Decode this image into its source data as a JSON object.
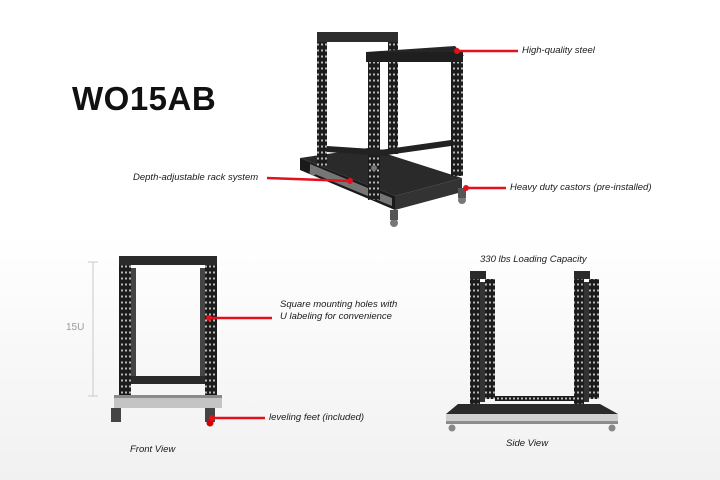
{
  "title": "WO15AB",
  "callouts": {
    "steel": "High-quality steel",
    "depth": "Depth-adjustable rack system",
    "castors": "Heavy duty castors (pre-installed)",
    "holes_line1": "Square mounting holes with",
    "holes_line2": "U labeling for convenience",
    "feet": "leveling feet (included)",
    "capacity": "330 lbs Loading Capacity"
  },
  "dimension_label": "15U",
  "captions": {
    "front": "Front View",
    "side": "Side View"
  },
  "colors": {
    "callout_line": "#e3111b",
    "rack": "#1c1c1c",
    "rack_light": "#3a3a3a",
    "base": "#bfbfbf"
  }
}
